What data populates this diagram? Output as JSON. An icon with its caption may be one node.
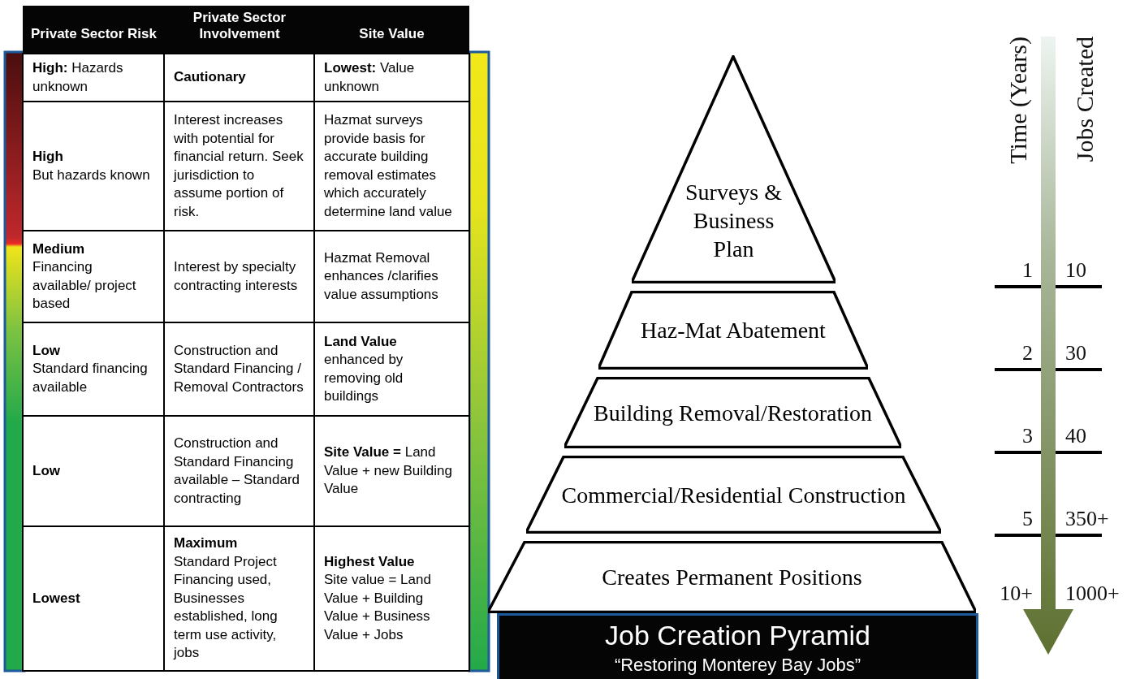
{
  "diagram": {
    "title": "Job Creation Pyramid",
    "caption": "“Restoring Monterey Bay Jobs”",
    "nodes": [
      {
        "text": [
          "Surveys & Business Plan"
        ]
      },
      {
        "text": [
          "Haz-Mat Abatement"
        ]
      },
      {
        "text": [
          "Building Removal/Restoration"
        ]
      },
      {
        "text": [
          "Commercial/Residential Construction"
        ]
      },
      {
        "text": [
          "Creates Permanent Positions"
        ]
      },
      {
        "text": [],
        "shape": "bar"
      },
      {
        "text": [],
        "shape": "bar"
      }
    ],
    "labels": [
      "Private Sector Risk",
      "Private Sector Involvement",
      "Site Value",
      "**High:** Hazards unknown",
      "**Cautionary**",
      "**Lowest:** Value unknown",
      "**High** But hazards known",
      "Interest increases with potential for financial return. Seek jurisdiction to assume portion of risk.",
      "Hazmat surveys provide basis for accurate building removal estimates which accurately determine land value",
      "**Medium** Financing available/ project based",
      "Interest by specialty contracting interests",
      "Hazmat Removal enhances /clarifies value assumptions",
      "**Low** Standard financing available",
      "Construction and Standard Financing / Removal Contractors",
      "**Land Value** enhanced by removing old buildings",
      "**Low**",
      "Construction and Standard Financing available – Standard contracting",
      "**Site Value =** Land Value + new Building Value",
      "**Lowest**",
      "**Maximum** Standard Project Financing used, Businesses established, long term use activity, jobs",
      "**Highest Value** Site value = Land Value + Building Value + Business Value + Jobs",
      "Time (Years)",
      "Jobs Created",
      "1",
      "10",
      "2",
      "30",
      "3",
      "40",
      "5",
      "350+",
      "10+",
      "1000+"
    ]
  }
}
